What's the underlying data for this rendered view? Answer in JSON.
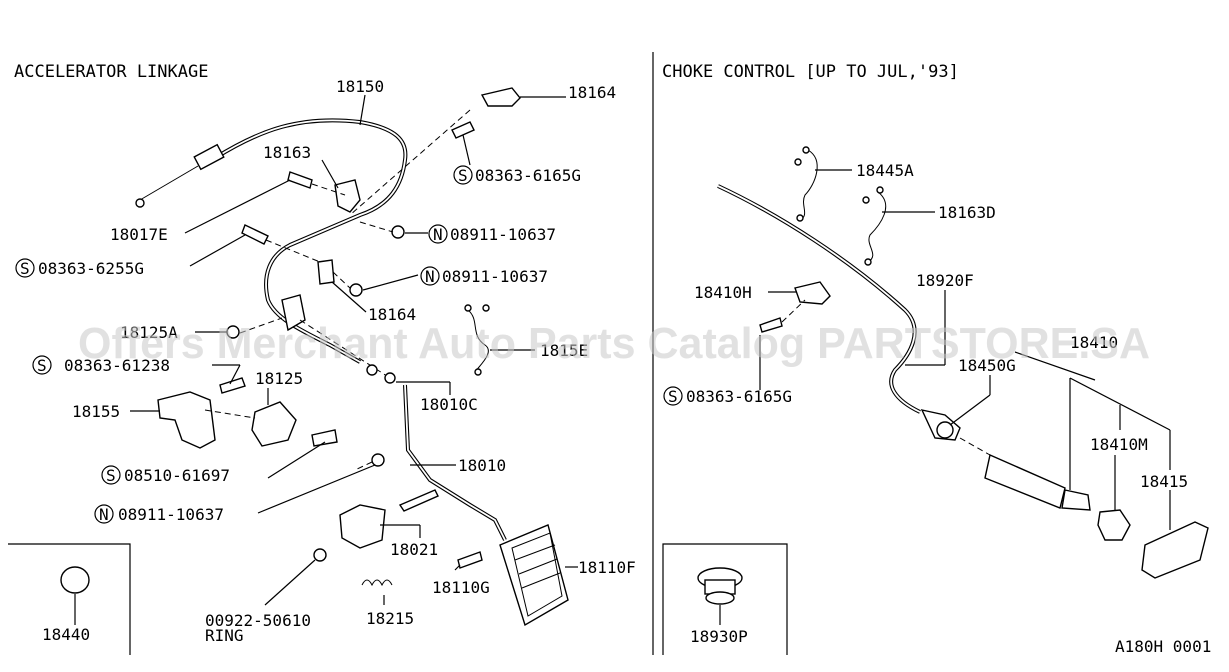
{
  "sections": {
    "left_title": "ACCELERATOR LINKAGE",
    "right_title": "CHOKE CONTROL  [UP TO JUL,'93]"
  },
  "watermark": "Offers Merchant Auto Parts Catalog PARTSTORE.SA",
  "diagram_code": "A180H 0001",
  "symbols": {
    "s": "S",
    "n": "N"
  },
  "labels": {
    "p18150": "18150",
    "p18164a": "18164",
    "p18163": "18163",
    "s08363_6165g_a": "08363-6165G",
    "p18017e": "18017E",
    "n08911_10637_a": "08911-10637",
    "s08363_6255g": "08363-6255G",
    "n08911_10637_b": "08911-10637",
    "p18164b": "18164",
    "p18125a": "18125A",
    "p1815e": "1815E",
    "s08363_61238": "08363-61238",
    "p18125": "18125",
    "p18010c": "18010C",
    "p18155": "18155",
    "s08510_61697": "08510-61697",
    "p18010": "18010",
    "n08911_10637_c": "08911-10637",
    "p18021": "18021",
    "p18110f": "18110F",
    "p18110g": "18110G",
    "p00922_50610": "00922-50610",
    "ring": "RING",
    "p18215": "18215",
    "p18440": "18440",
    "p18445a": "18445A",
    "p18163d": "18163D",
    "p18410h": "18410H",
    "p18920f": "18920F",
    "s08363_6165g_b": "08363-6165G",
    "p18450g": "18450G",
    "p18410": "18410",
    "p18410m": "18410M",
    "p18415": "18415",
    "p18930p": "18930P"
  },
  "colors": {
    "ink": "#000000",
    "paper": "#ffffff",
    "watermark": "#c8c8c8"
  }
}
